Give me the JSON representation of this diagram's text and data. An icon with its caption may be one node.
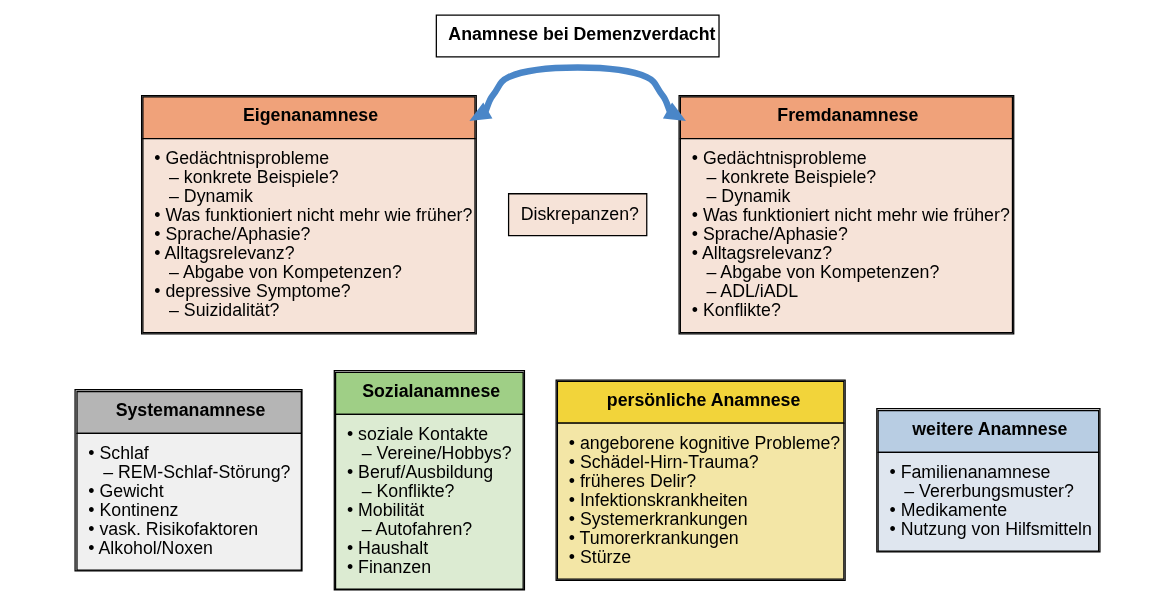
{
  "diagram": {
    "nodes": [
      {
        "text": [
          "Anamnese bei Demenzverdacht"
        ]
      },
      {
        "text": [
          "Eigenanamnese",
          "• Gedächtnisprobleme",
          "– konkrete Beispiele?",
          "– Dynamik",
          "• Was funktioniert nicht mehr wie früher?",
          "• Sprache/Aphasie?",
          "• Alltagsrelevanz?",
          "– Abgabe von Kompetenzen?",
          "• depressive Symptome?",
          "– Suizidalität?"
        ]
      },
      {
        "text": [
          "Diskrepanzen?"
        ]
      },
      {
        "text": [
          "Fremdanamnese",
          "• Gedächtnisprobleme",
          "– konkrete Beispiele?",
          "– Dynamik",
          "• Was funktioniert nicht mehr wie früher?",
          "• Sprache/Aphasie?",
          "• Alltagsrelevanz?",
          "– Abgabe von Kompetenzen?",
          "– ADL/iADL",
          "• Konflikte?"
        ]
      },
      {
        "text": [
          "Systemanamnese",
          "• Schlaf",
          "– REM-Schlaf-Störung?",
          "• Gewicht",
          "• Kontinenz",
          "• vask. Risikofaktoren",
          "• Alkohol/Noxen"
        ]
      },
      {
        "text": [
          "Sozialanamnese",
          "• soziale Kontakte",
          "– Vereine/Hobbys?",
          "• Beruf/Ausbildung",
          "– Konflikte?",
          "• Mobilität",
          "– Autofahren?",
          "• Haushalt",
          "• Finanzen"
        ]
      },
      {
        "text": [
          "persönliche Anamnese",
          "• angeborene kognitive Probleme?",
          "• Schädel-Hirn-Trauma?",
          "• früheres Delir?",
          "• Infektionskrankheiten",
          "• Systemerkrankungen",
          "• Tumorerkrankungen",
          "• Stürze"
        ]
      },
      {
        "text": [
          "weitere Anamnese",
          "• Familienanamnese",
          "– Vererbungsmuster?",
          "• Medikamente",
          "• Nutzung von Hilfsmitteln"
        ]
      }
    ],
    "edges": [
      {
        "from": 1,
        "to": 3,
        "arrow": "both",
        "color": "#4a86c8"
      }
    ]
  }
}
